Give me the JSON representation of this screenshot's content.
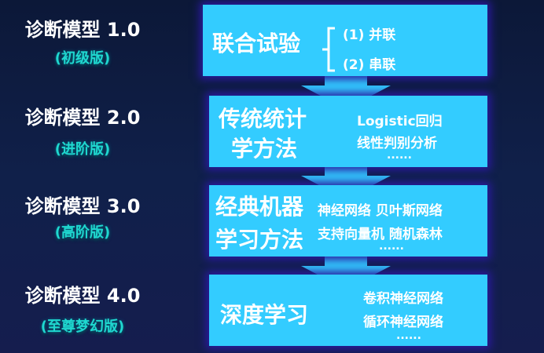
{
  "stages": [
    {
      "title": "诊断模型 1.0",
      "edition": "(初级版)",
      "method": "联合试验",
      "items": [
        "(1) 并联",
        "(2) 串联"
      ]
    },
    {
      "title": "诊断模型 2.0",
      "edition": "(进阶版)",
      "method_lines": [
        "传统统计",
        "学方法"
      ],
      "items": [
        "Logistic回归",
        "线性判别分析"
      ],
      "ellipsis": "......"
    },
    {
      "title": "诊断模型 3.0",
      "edition": "(高阶版)",
      "method_lines": [
        "经典机器",
        "学习方法"
      ],
      "items": [
        "神经网络  贝叶斯网络",
        "支持向量机  随机森林"
      ],
      "ellipsis": "......"
    },
    {
      "title": "诊断模型 4.0",
      "edition": "(至尊梦幻版)",
      "method": "深度学习",
      "items": [
        "卷积神经网络",
        "循环神经网络"
      ],
      "ellipsis": "......"
    }
  ]
}
